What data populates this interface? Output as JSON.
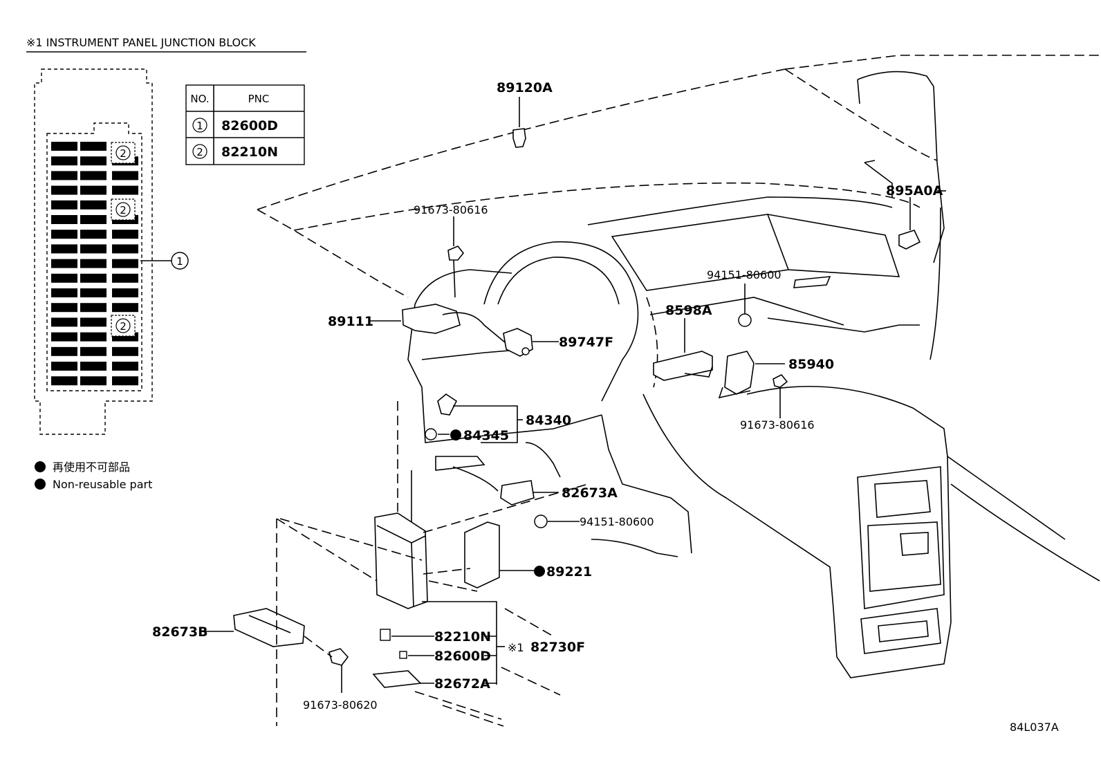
{
  "header": {
    "title": "※1 INSTRUMENT PANEL JUNCTION BLOCK"
  },
  "pnc_table": {
    "col_no": "NO.",
    "col_pnc": "PNC",
    "rows": [
      {
        "no": "1",
        "pnc": "82600D"
      },
      {
        "no": "2",
        "pnc": "82210N"
      }
    ]
  },
  "junction_block": {
    "callout_main": "1",
    "callout_pos": [
      "2",
      "2",
      "2"
    ]
  },
  "legend": {
    "jp": "再使用不可部品",
    "en": "Non-reusable part"
  },
  "parts": {
    "p89120A": "89120A",
    "p91673_80616_top": "91673-80616",
    "p895A0A": "895A0A",
    "p94151_80600_top": "94151-80600",
    "p89111": "89111",
    "p89747F": "89747F",
    "p8598A": "8598A",
    "p85940": "85940",
    "p91673_80616_right": "91673-80616",
    "p84340": "84340",
    "p84345": "84345",
    "p82673A": "82673A",
    "p94151_80600_bot": "94151-80600",
    "p89221": "89221",
    "p82673B": "82673B",
    "p82210N": "82210N",
    "p82730F_prefix": "※1",
    "p82730F": "82730F",
    "p82600D": "82600D",
    "p82672A": "82672A",
    "p91673_80620": "91673-80620"
  },
  "figure_id": "84L037A"
}
